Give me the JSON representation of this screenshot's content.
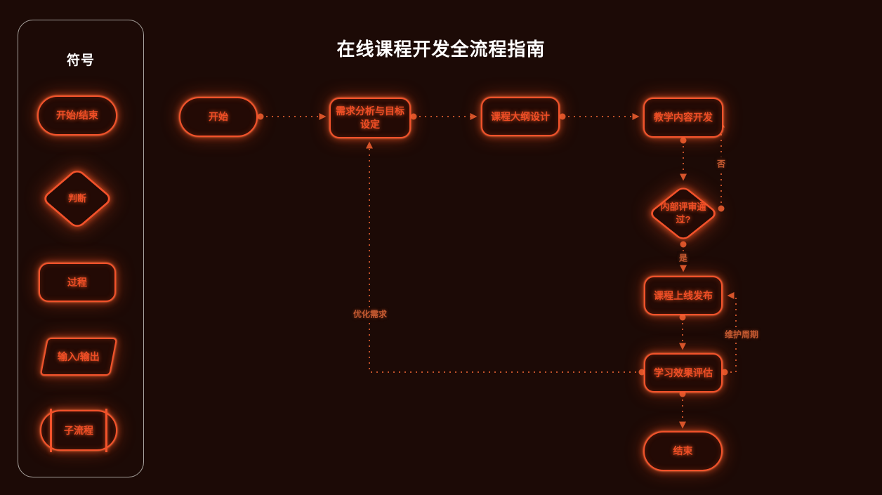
{
  "title": "在线课程开发全流程指南",
  "legend": {
    "title": "符号",
    "items": [
      {
        "label": "开始/结束",
        "shape": "stadium"
      },
      {
        "label": "判断",
        "shape": "diamond"
      },
      {
        "label": "过程",
        "shape": "rect"
      },
      {
        "label": "输入/输出",
        "shape": "parallelogram"
      },
      {
        "label": "子流程",
        "shape": "subprocess"
      }
    ]
  },
  "flowchart": {
    "nodes": [
      {
        "id": "start",
        "label": "开始",
        "shape": "stadium"
      },
      {
        "id": "requirements",
        "label": "需求分析与目标设定",
        "shape": "rect"
      },
      {
        "id": "outline",
        "label": "课程大纲设计",
        "shape": "rect"
      },
      {
        "id": "content-dev",
        "label": "教学内容开发",
        "shape": "rect"
      },
      {
        "id": "review",
        "label": "内部评审通过?",
        "shape": "diamond"
      },
      {
        "id": "launch",
        "label": "课程上线发布",
        "shape": "rect"
      },
      {
        "id": "evaluation",
        "label": "学习效果评估",
        "shape": "rect"
      },
      {
        "id": "end",
        "label": "结束",
        "shape": "stadium"
      }
    ],
    "edge_labels": {
      "no": "否",
      "yes": "是",
      "optimize": "优化需求",
      "maintain": "维护周期"
    }
  },
  "colors": {
    "background": "#1c0a06",
    "node_stroke": "#f2522b",
    "node_fill": "#230a05",
    "node_text": "#ee4e26",
    "edge_line": "#c2512a",
    "edge_label_text": "#c45a31",
    "legend_border": "#a6a19c",
    "title_text": "#ffffff"
  }
}
